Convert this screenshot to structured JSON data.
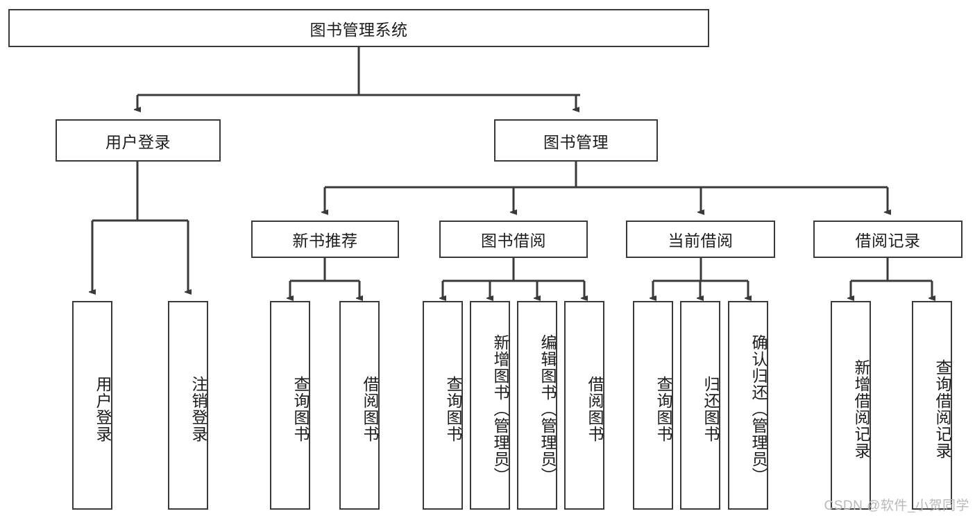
{
  "diagram": {
    "title": "图书管理系统",
    "type": "hierarchy-tree",
    "root": {
      "id": "root",
      "label": "图书管理系统"
    },
    "level2": [
      {
        "id": "user-login",
        "label": "用户登录"
      },
      {
        "id": "book-mgmt",
        "label": "图书管理"
      }
    ],
    "level3": [
      {
        "id": "new-book-rec",
        "label": "新书推荐",
        "parent": "book-mgmt"
      },
      {
        "id": "book-borrow",
        "label": "图书借阅",
        "parent": "book-mgmt"
      },
      {
        "id": "current-borrow",
        "label": "当前借阅",
        "parent": "book-mgmt"
      },
      {
        "id": "borrow-record",
        "label": "借阅记录",
        "parent": "book-mgmt"
      }
    ],
    "leaves": {
      "user-login": [
        {
          "id": "leaf-user-login",
          "label": "用户登录"
        },
        {
          "id": "leaf-user-logout",
          "label": "注销登录"
        }
      ],
      "new-book-rec": [
        {
          "id": "leaf-query-book-1",
          "label": "查询图书"
        },
        {
          "id": "leaf-borrow-book-1",
          "label": "借阅图书"
        }
      ],
      "book-borrow": [
        {
          "id": "leaf-query-book-2",
          "label": "查询图书"
        },
        {
          "id": "leaf-add-book",
          "label": "新增图书（管理员）"
        },
        {
          "id": "leaf-edit-book",
          "label": "编辑图书（管理员）"
        },
        {
          "id": "leaf-borrow-book-2",
          "label": "借阅图书"
        }
      ],
      "current-borrow": [
        {
          "id": "leaf-query-book-3",
          "label": "查询图书"
        },
        {
          "id": "leaf-return-book",
          "label": "归还图书"
        },
        {
          "id": "leaf-confirm-return",
          "label": "确认归还（管理员）"
        }
      ],
      "borrow-record": [
        {
          "id": "leaf-add-record",
          "label": "新增借阅记录"
        },
        {
          "id": "leaf-query-record",
          "label": "查询借阅记录"
        }
      ]
    },
    "watermark": "CSDN @软件_小贺同学",
    "colors": {
      "stroke": "#3a3a3a",
      "fill": "#ffffff",
      "text": "#1c1c1c",
      "watermark": "#b9b9b9"
    }
  }
}
